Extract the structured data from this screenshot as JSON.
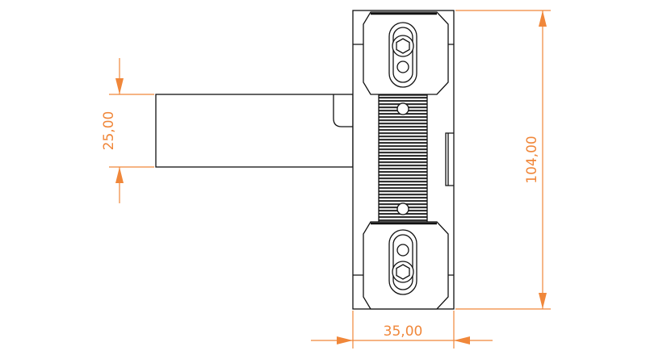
{
  "drawing": {
    "dimensions": {
      "height_total": "104,00",
      "shank_height": "25,00",
      "width": "35,00"
    },
    "colors": {
      "dimension": "#f0873a",
      "line": "#111111"
    }
  }
}
